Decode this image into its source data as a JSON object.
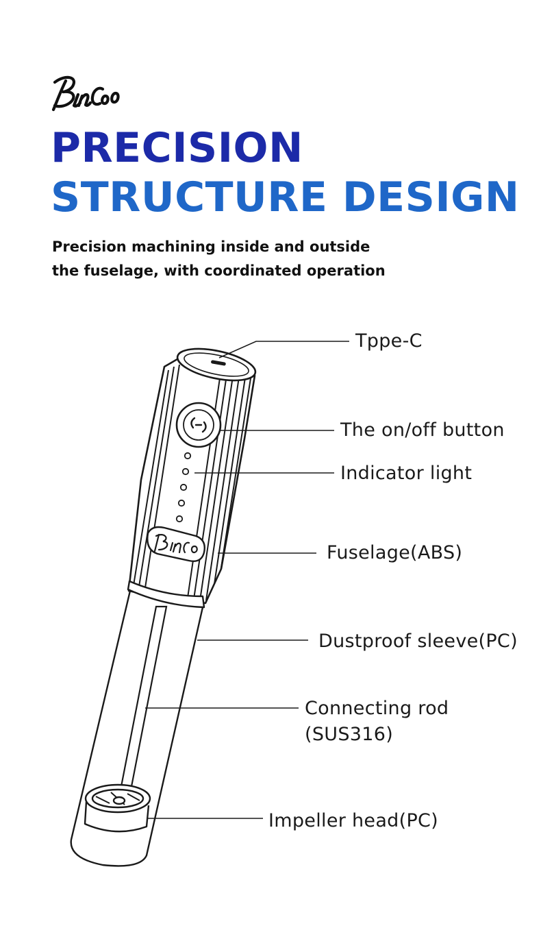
{
  "brand": {
    "logo_text": "Bincoo"
  },
  "headline": {
    "line1": "PRECISION",
    "line2": "STRUCTURE DESIGN"
  },
  "subheading": {
    "line1": "Precision machining inside and outside",
    "line2": "the fuselage, with coordinated operation"
  },
  "colors": {
    "headline_line1": "#1c2aa8",
    "headline_line2": "#1f67c8",
    "text": "#111111",
    "outline": "#1a1a1a"
  },
  "callouts": {
    "type_c": "Tppe-C",
    "power_button": "The on/off button",
    "indicator_light": "Indicator light",
    "fuselage": "Fuselage(ABS)",
    "dustproof_sleeve": "Dustproof sleeve(PC)",
    "connecting_rod_line1": "Connecting rod",
    "connecting_rod_line2": "(SUS316)",
    "impeller_head": "Impeller head(PC)"
  },
  "icons": {
    "power_button": "power-symbol-icon",
    "indicator_dots": 5
  }
}
